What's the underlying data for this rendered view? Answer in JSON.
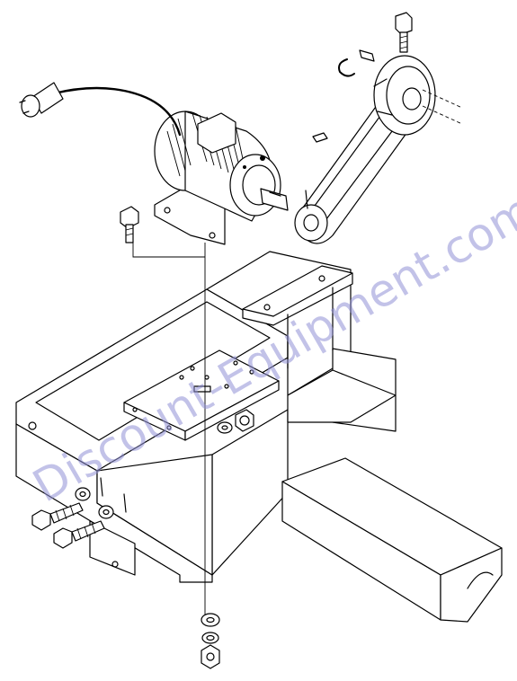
{
  "diagram": {
    "type": "exploded-parts-view",
    "subject": "motor-and-belt-drive-mounting-on-frame",
    "watermark": {
      "text": "Discount-Equipment.com",
      "color": "#8f8fd6"
    },
    "parts": [
      "power-cord-plug",
      "electric-motor",
      "motor-pulley",
      "drive-belt",
      "large-pulley",
      "pulley-bolt",
      "retaining-ring",
      "key",
      "motor-mount-plate",
      "main-frame",
      "side-bracket",
      "beam",
      "hex-bolt",
      "washer",
      "hex-nut"
    ]
  }
}
